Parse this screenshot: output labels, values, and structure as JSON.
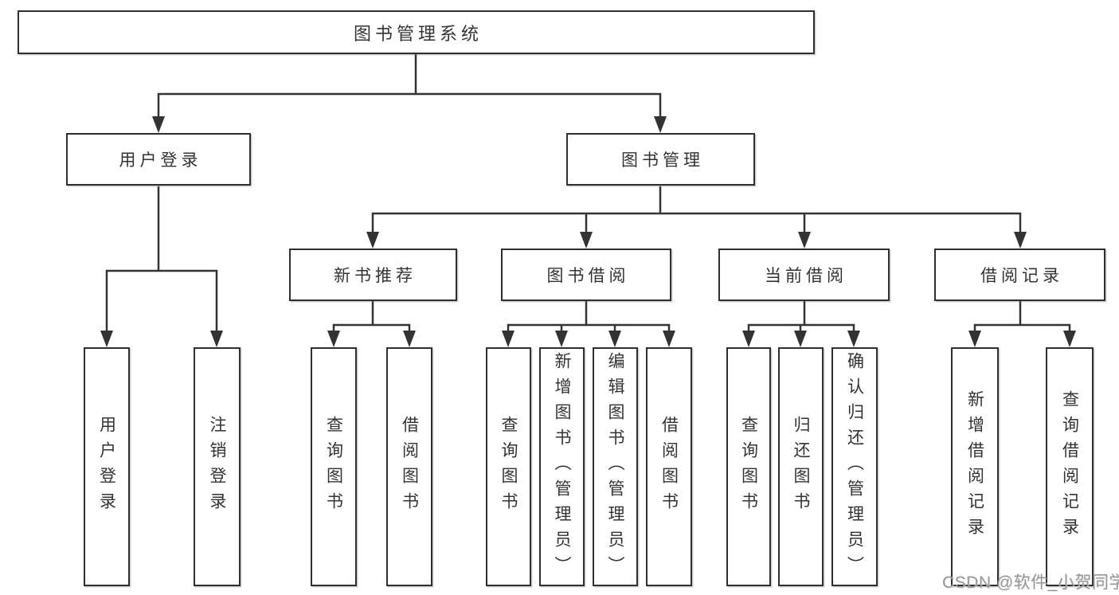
{
  "diagram": {
    "root": {
      "label": "图书管理系统"
    },
    "level2": [
      {
        "label": "用户登录"
      },
      {
        "label": "图书管理"
      }
    ],
    "level3": [
      {
        "label": "新书推荐",
        "parent": "图书管理"
      },
      {
        "label": "图书借阅",
        "parent": "图书管理"
      },
      {
        "label": "当前借阅",
        "parent": "图书管理"
      },
      {
        "label": "借阅记录",
        "parent": "图书管理"
      }
    ],
    "leaves": [
      {
        "label": "用户登录",
        "parent": "用户登录"
      },
      {
        "label": "注销登录",
        "parent": "用户登录"
      },
      {
        "label": "查询图书",
        "parent": "新书推荐"
      },
      {
        "label": "借阅图书",
        "parent": "新书推荐"
      },
      {
        "label": "查询图书",
        "parent": "图书借阅"
      },
      {
        "label": "新增图书（管理员）",
        "parent": "图书借阅"
      },
      {
        "label": "编辑图书（管理员）",
        "parent": "图书借阅"
      },
      {
        "label": "借阅图书",
        "parent": "图书借阅"
      },
      {
        "label": "查询图书",
        "parent": "当前借阅"
      },
      {
        "label": "归还图书",
        "parent": "当前借阅"
      },
      {
        "label": "确认归还（管理员）",
        "parent": "当前借阅"
      },
      {
        "label": "新增借阅记录",
        "parent": "借阅记录"
      },
      {
        "label": "查询借阅记录",
        "parent": "借阅记录"
      }
    ]
  },
  "watermark": {
    "text": "CSDN @软件_小贺同学"
  },
  "colors": {
    "line": "#333333",
    "box_border": "#2f2f2f",
    "text": "#333333",
    "background": "#ffffff",
    "watermark": "#979797"
  }
}
